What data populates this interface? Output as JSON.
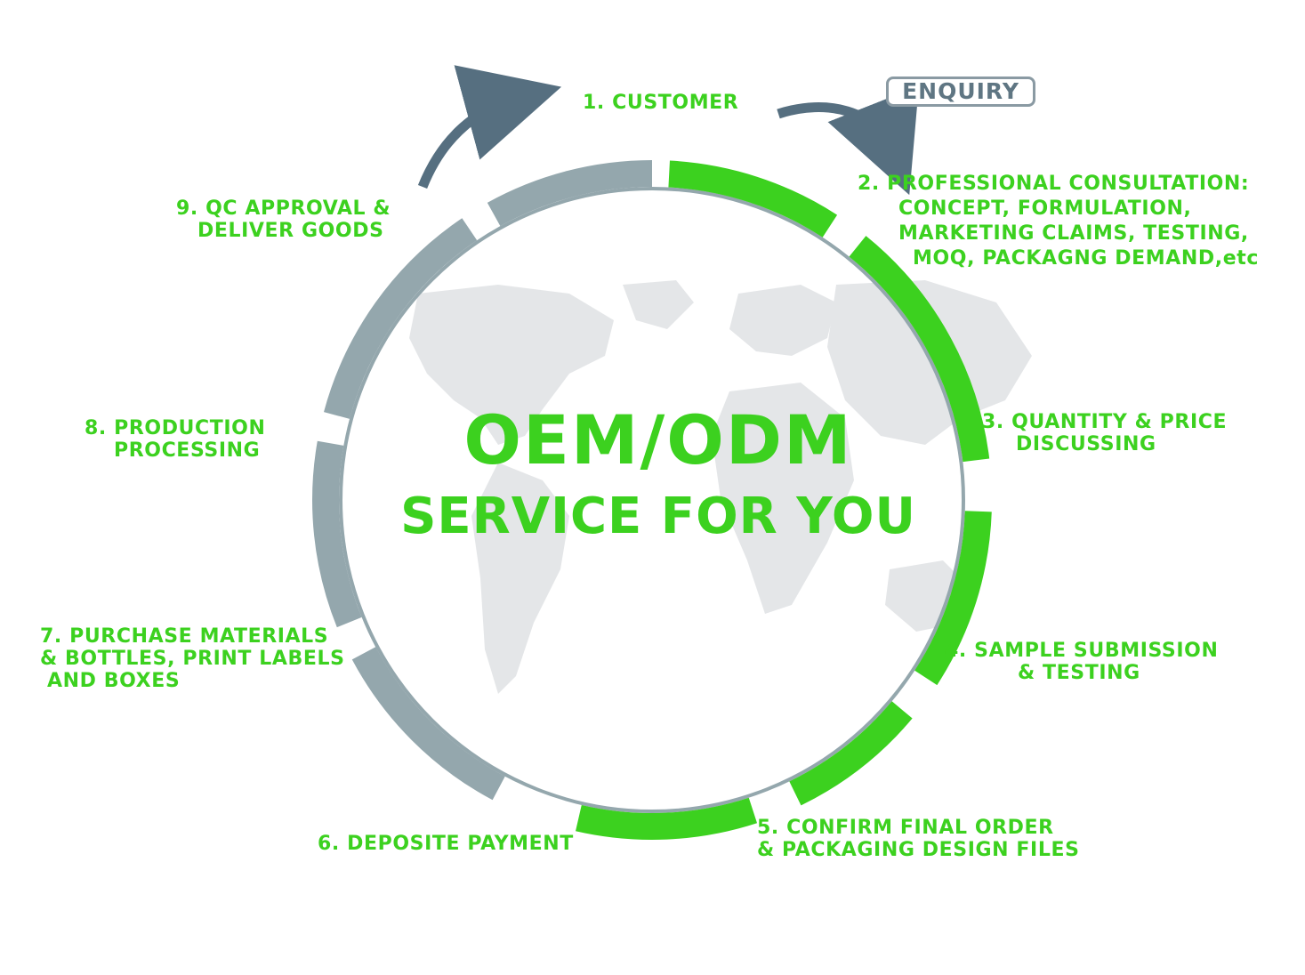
{
  "colors": {
    "accent_green": "#3cd11f",
    "ring_gray": "#94a7ad",
    "arrow_blue_gray": "#566f80",
    "map_gray": "#e3e5e7"
  },
  "center": {
    "title": "OEM/ODM",
    "subtitle": "SERVICE FOR YOU"
  },
  "enquiry_badge": "ENQUIRY",
  "steps": [
    {
      "id": "step-1",
      "lines": [
        "1. CUSTOMER"
      ]
    },
    {
      "id": "step-2",
      "lines": [
        "2. PROFESSIONAL CONSULTATION:",
        "CONCEPT, FORMULATION,",
        "MARKETING CLAIMS, TESTING,",
        "MOQ, PACKAGNG DEMAND,etc"
      ]
    },
    {
      "id": "step-3",
      "lines": [
        "3. QUANTITY & PRICE",
        "DISCUSSING"
      ]
    },
    {
      "id": "step-4",
      "lines": [
        "4. SAMPLE SUBMISSION",
        "& TESTING"
      ]
    },
    {
      "id": "step-5",
      "lines": [
        "5. CONFIRM FINAL ORDER",
        "& PACKAGING DESIGN FILES"
      ]
    },
    {
      "id": "step-6",
      "lines": [
        "6. DEPOSITE PAYMENT"
      ]
    },
    {
      "id": "step-7",
      "lines": [
        "7. PURCHASE MATERIALS",
        "& BOTTLES, PRINT LABELS",
        "AND BOXES"
      ]
    },
    {
      "id": "step-8",
      "lines": [
        "8. PRODUCTION",
        "PROCESSING"
      ]
    },
    {
      "id": "step-9",
      "lines": [
        "9. QC APPROVAL &",
        "DELIVER GOODS"
      ]
    }
  ],
  "ring_segments": [
    {
      "from_deg": -87,
      "to_deg": -57,
      "tone": "green"
    },
    {
      "from_deg": -51,
      "to_deg": -7,
      "tone": "green"
    },
    {
      "from_deg": 2,
      "to_deg": 33,
      "tone": "green"
    },
    {
      "from_deg": 40,
      "to_deg": 64,
      "tone": "green"
    },
    {
      "from_deg": 72,
      "to_deg": 103,
      "tone": "green"
    },
    {
      "from_deg": 118,
      "to_deg": 152,
      "tone": "gray"
    },
    {
      "from_deg": 158,
      "to_deg": 190,
      "tone": "gray"
    },
    {
      "from_deg": 195,
      "to_deg": 236,
      "tone": "gray"
    },
    {
      "from_deg": 241,
      "to_deg": 270,
      "tone": "gray"
    }
  ]
}
